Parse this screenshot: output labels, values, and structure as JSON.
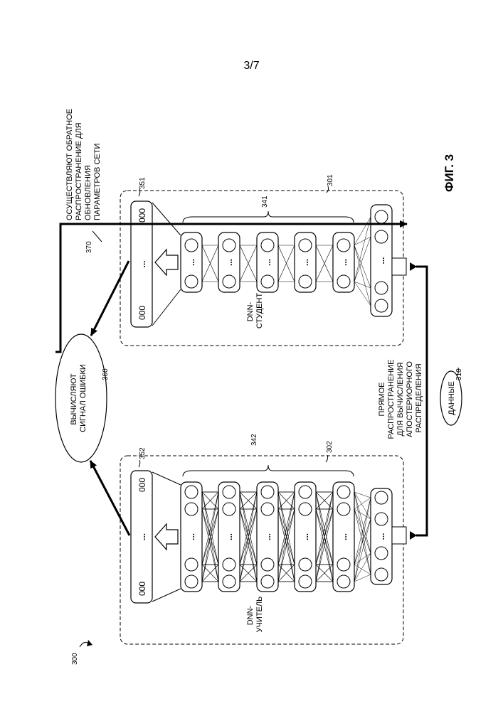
{
  "page_number": "3/7",
  "figure_label": "ФИГ. 3",
  "figure_ref": "300",
  "teacher": {
    "label_lines": [
      "DNN-",
      "УЧИТЕЛЬ"
    ],
    "box_ref": "302",
    "hidden_ref": "342",
    "output_ref": "352"
  },
  "student": {
    "label_lines": [
      "DNN-",
      "СТУДЕНТ"
    ],
    "box_ref": "301",
    "hidden_ref": "341",
    "output_ref": "351"
  },
  "error_node": {
    "label_lines": [
      "ВЫЧИСЛЯЮТ",
      "СИГНАЛ ОШИБКИ"
    ],
    "ref": "360"
  },
  "data_node": {
    "label": "ДАННЫЕ",
    "ref": "310"
  },
  "forward_label_lines": [
    "ПРЯМОЕ",
    "РАСПРОСТРАНЕНИЕ",
    "ДЛЯ ВЫЧИСЛЕНИЯ",
    "АПОСТЕРИОРНОГО",
    "РАСПРЕДЕЛЕНИЯ"
  ],
  "backprop_label_lines": [
    "ОСУЩЕСТВЛЯЮТ ОБРАТНОЕ",
    "РАСПРОСТРАНЕНИЕ ДЛЯ",
    "ОБНОВЛЕНИЯ",
    "ПАРАМЕТРОВ СЕТИ"
  ],
  "backprop_ref": "370",
  "output_node_text": "000",
  "ellipsis": "..."
}
